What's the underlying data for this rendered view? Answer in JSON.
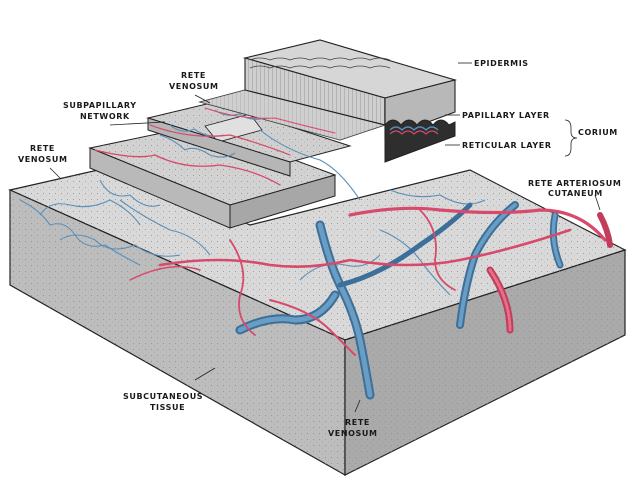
{
  "labels": {
    "epidermis": "EPIDERMIS",
    "papillary": "PAPILLARY LAYER",
    "reticular": "RETICULAR LAYER",
    "corium": "CORIUM",
    "rete_arteriosum_1": "RETE ARTERIOSUM",
    "rete_arteriosum_2": "CUTANEUM",
    "rete_venosum_top_1": "RETE",
    "rete_venosum_top_2": "VENOSUM",
    "subpapillary_1": "SUBPAPILLARY",
    "subpapillary_2": "NETWORK",
    "rete_venosum_left_1": "RETE",
    "rete_venosum_left_2": "VENOSUM",
    "subcutaneous_1": "SUBCUTANEOUS",
    "subcutaneous_2": "TISSUE",
    "rete_venosum_bottom_1": "RETE",
    "rete_venosum_bottom_2": "VENOSUM"
  },
  "colors": {
    "tissue_top": "#d7d7d7",
    "tissue_front": "#bcbcbc",
    "tissue_side": "#a9a9a9",
    "vein": "#5a8fb8",
    "vein_dark": "#3c6f99",
    "artery": "#d84a6b",
    "outline": "#222222"
  }
}
